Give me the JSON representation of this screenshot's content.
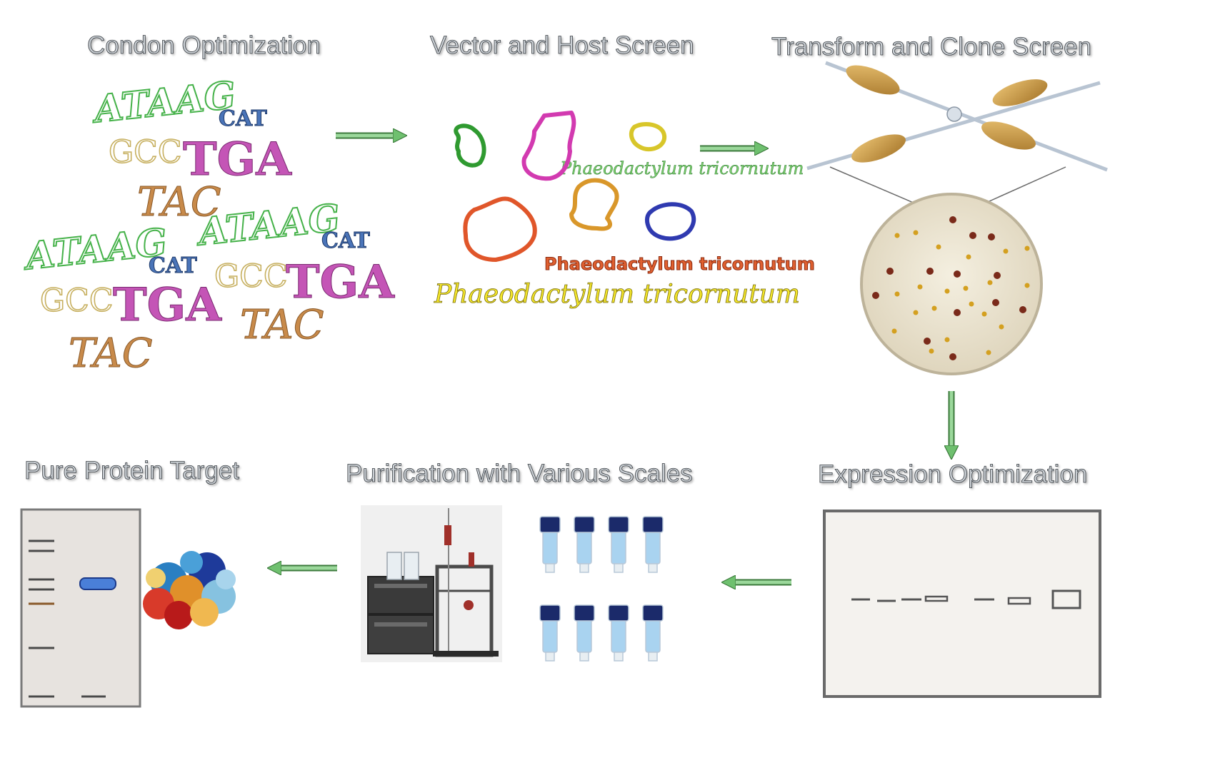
{
  "steps": {
    "codon": "Condon Optimization",
    "vector": "Vector and Host Screen",
    "transform": "Transform and Clone Screen",
    "expression": "Expression Optimization",
    "purification": "Purification with Various Scales",
    "pure": "Pure Protein Target"
  },
  "sequence_words": {
    "atg": "ATAAG",
    "cat": "CAT",
    "gcc": "GCC",
    "tga": "TGA",
    "tac": "TAC"
  },
  "species": {
    "green": "Phaeodactylum tricornutum",
    "red": "Phaeodactylum tricornutum",
    "yellow": "Phaeodactylum  tricornutum"
  },
  "colors": {
    "arrow": "#6fc06f",
    "plate": "#ede7d6",
    "gel": "#f4f2ee",
    "band_highlight": "#4a7fd8"
  }
}
